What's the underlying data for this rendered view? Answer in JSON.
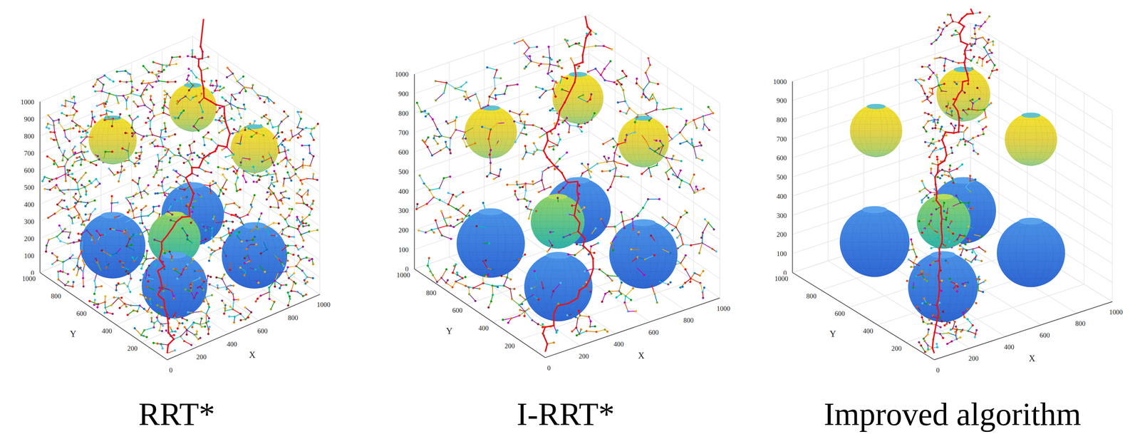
{
  "diagram": {
    "labels": [
      "1000",
      "900",
      "800",
      "700",
      "600",
      "500",
      "400",
      "300",
      "200",
      "100",
      "0",
      "1000",
      "800",
      "600",
      "400",
      "200",
      "Y",
      "0",
      "200",
      "400",
      "600",
      "800",
      "1000",
      "X",
      "RRT*",
      "1000",
      "900",
      "800",
      "700",
      "600",
      "500",
      "400",
      "300",
      "200",
      "100",
      "0",
      "1000",
      "800",
      "600",
      "400",
      "200",
      "Y",
      "0",
      "200",
      "400",
      "600",
      "800",
      "1000",
      "X",
      "I-RRT*",
      "1000",
      "900",
      "800",
      "700",
      "600",
      "500",
      "400",
      "300",
      "200",
      "100",
      "0",
      "1000",
      "800",
      "600",
      "400",
      "200",
      "Y",
      "0",
      "200",
      "400",
      "600",
      "800",
      "1000",
      "X",
      "Improved algorithm"
    ]
  }
}
